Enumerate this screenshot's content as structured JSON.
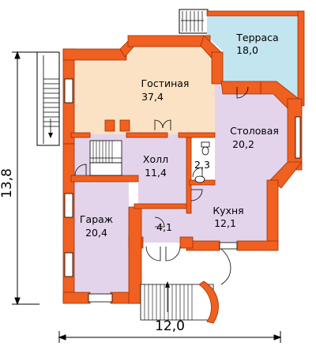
{
  "rooms": [
    {
      "id": "terrace",
      "name": "Терраса",
      "area": "18,0"
    },
    {
      "id": "living",
      "name": "Гостиная",
      "area": "37,4"
    },
    {
      "id": "dining",
      "name": "Столовая",
      "area": "20,2"
    },
    {
      "id": "hall",
      "name": "Холл",
      "area": "11,4"
    },
    {
      "id": "wc",
      "name": "",
      "area": "2,3"
    },
    {
      "id": "garage",
      "name": "Гараж",
      "area": "20,4"
    },
    {
      "id": "kitchen",
      "name": "Кухня",
      "area": "12,1"
    },
    {
      "id": "vestibule",
      "name": "",
      "area": "4,1"
    }
  ],
  "dimensions": {
    "height": "13,8",
    "width": "12,0"
  },
  "colors": {
    "wall": "#F06020",
    "wall_outline": "#A03000",
    "living": "#FCE2C4",
    "terrace": "#C3E5F0",
    "lilac": "#E3D4EC",
    "wc": "#FFFFFF"
  }
}
